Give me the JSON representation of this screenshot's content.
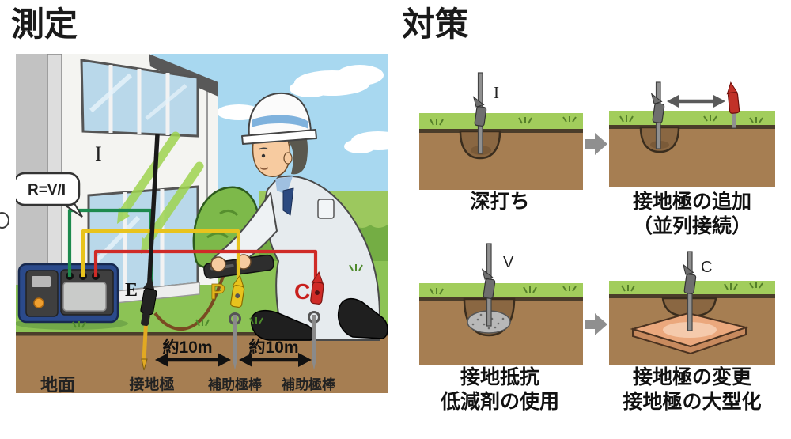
{
  "measurement": {
    "title": "測定",
    "speech_bubble": "R=V/I",
    "labels": {
      "current_path": "I",
      "terminal_e": "E",
      "terminal_p": "P",
      "terminal_c": "C",
      "distance_left": "約10m",
      "distance_right": "約10m",
      "ground": "地面",
      "earth_electrode": "接地極",
      "aux_rod_1": "補助極棒",
      "aux_rod_2": "補助極棒"
    }
  },
  "countermeasures": {
    "title": "対策",
    "panels": [
      {
        "name": "deep-driving",
        "marker": "I",
        "caption_lines": [
          "深打ち",
          ""
        ]
      },
      {
        "name": "electrode-addition",
        "marker": "",
        "caption_lines": [
          "接地極の追加",
          "（並列接続）"
        ]
      },
      {
        "name": "resistance-reducing-agent",
        "marker": "V",
        "caption_lines": [
          "接地抵抗",
          "低減剤の使用"
        ]
      },
      {
        "name": "electrode-enlargement",
        "marker": "C",
        "caption_lines": [
          "接地極の変更",
          "接地極の大型化"
        ]
      }
    ]
  },
  "colors": {
    "sky": "#a8d8f0",
    "grass": "#8cc355",
    "soil": "#a67e52",
    "wire_green": "#1d8a4e",
    "wire_yellow": "#e8c31d",
    "wire_red": "#cf2b27",
    "meter_body": "#2b4a8b",
    "glow_green": "#9fd44f",
    "copper_plate": "#eba87d",
    "flow_arrow_gray": "#8f8f8f"
  }
}
